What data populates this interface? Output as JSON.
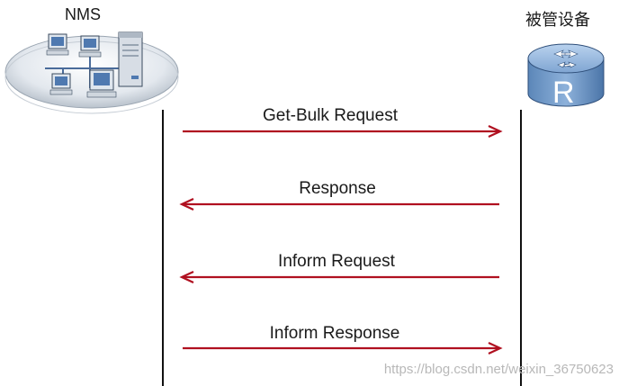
{
  "nodes": {
    "manager_label": "NMS",
    "agent_label": "被管设备",
    "router_glyph": "R"
  },
  "messages": [
    {
      "label": "Get-Bulk Request",
      "direction": "right"
    },
    {
      "label": "Response",
      "direction": "left"
    },
    {
      "label": "Inform Request",
      "direction": "left"
    },
    {
      "label": "Inform Response",
      "direction": "right"
    }
  ],
  "colors": {
    "arrow": "#b01020",
    "lifeline": "#111111"
  },
  "icons": {
    "manager": "network-computers-icon",
    "agent": "router-icon"
  },
  "watermark": "https://blog.csdn.net/weixin_36750623"
}
